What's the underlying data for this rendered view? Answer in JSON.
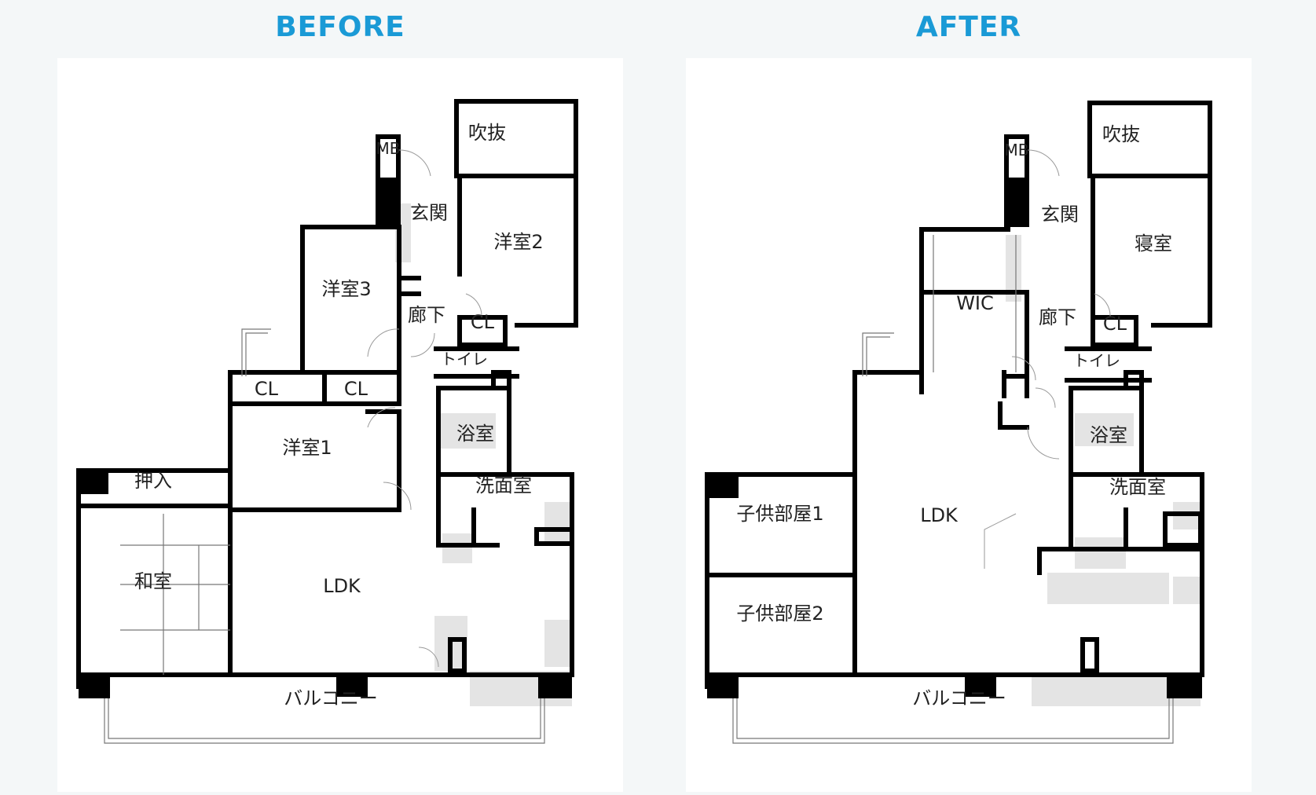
{
  "headings": {
    "before": "BEFORE",
    "after": "AFTER"
  },
  "colors": {
    "heading": "#1a9ad6",
    "wall": "#000000",
    "fixture": "#e4e4e4",
    "background": "#f4f7f8"
  },
  "before": {
    "rooms": {
      "fukinuke": "吹抜",
      "mb": "MB",
      "genkan": "玄関",
      "yoshitsu2": "洋室2",
      "yoshitsu3": "洋室3",
      "roka": "廊下",
      "cl_a": "CL",
      "toilet": "トイレ",
      "cl_b": "CL",
      "cl_c": "CL",
      "yokushitsu": "浴室",
      "yoshitsu1": "洋室1",
      "senmenshitsu": "洗面室",
      "oshiire": "押入",
      "washitsu": "和室",
      "ldk": "LDK",
      "balcony": "バルコニー"
    }
  },
  "after": {
    "rooms": {
      "fukinuke": "吹抜",
      "mb": "MB",
      "genkan": "玄関",
      "shinshitsu": "寝室",
      "wic": "WIC",
      "roka": "廊下",
      "cl": "CL",
      "toilet": "トイレ",
      "yokushitsu": "浴室",
      "senmenshitsu": "洗面室",
      "kodomo1": "子供部屋1",
      "kodomo2": "子供部屋2",
      "ldk": "LDK",
      "balcony": "バルコニー"
    }
  }
}
